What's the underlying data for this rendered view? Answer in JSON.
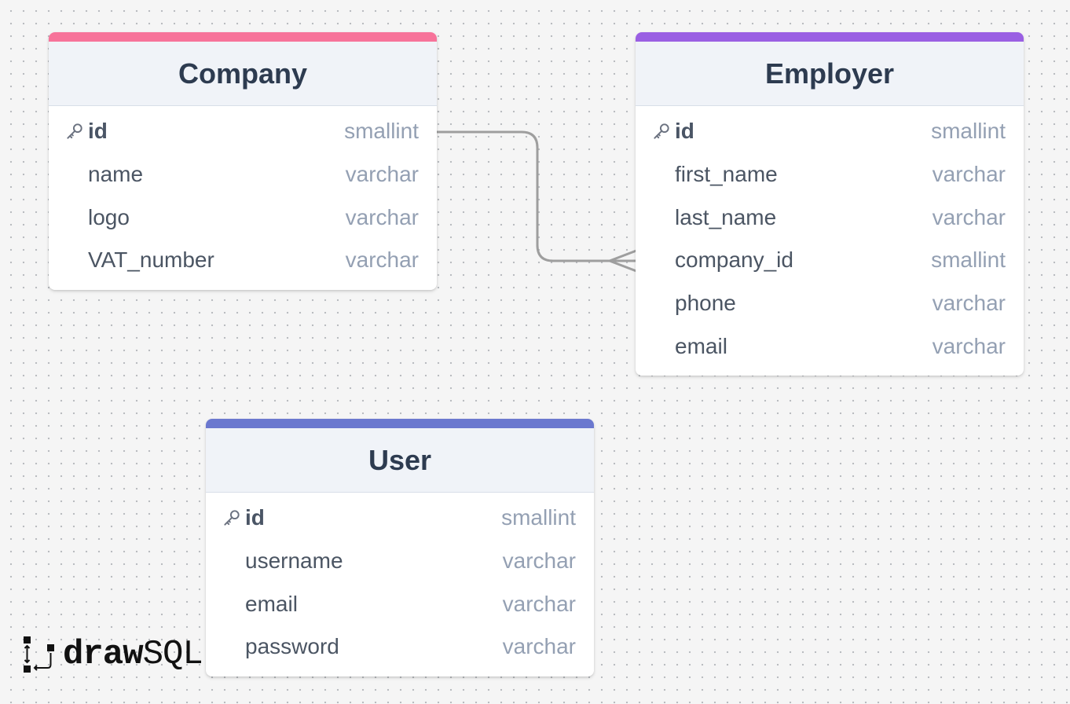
{
  "colors": {
    "company_accent": "#f7739a",
    "employer_accent": "#9a5fe3",
    "user_accent": "#6b78cf",
    "connector": "#9e9e9e"
  },
  "tables": {
    "company": {
      "name": "Company",
      "columns": [
        {
          "name": "id",
          "type": "smallint",
          "primary_key": true
        },
        {
          "name": "name",
          "type": "varchar"
        },
        {
          "name": "logo",
          "type": "varchar"
        },
        {
          "name": "VAT_number",
          "type": "varchar"
        }
      ]
    },
    "employer": {
      "name": "Employer",
      "columns": [
        {
          "name": "id",
          "type": "smallint",
          "primary_key": true
        },
        {
          "name": "first_name",
          "type": "varchar"
        },
        {
          "name": "last_name",
          "type": "varchar"
        },
        {
          "name": "company_id",
          "type": "smallint"
        },
        {
          "name": "phone",
          "type": "varchar"
        },
        {
          "name": "email",
          "type": "varchar"
        }
      ]
    },
    "user": {
      "name": "User",
      "columns": [
        {
          "name": "id",
          "type": "smallint",
          "primary_key": true
        },
        {
          "name": "username",
          "type": "varchar"
        },
        {
          "name": "email",
          "type": "varchar"
        },
        {
          "name": "password",
          "type": "varchar"
        }
      ]
    }
  },
  "relationships": [
    {
      "from": "Company.id",
      "to": "Employer.company_id",
      "cardinality": "one-to-many"
    }
  ],
  "brand": {
    "bold": "draw",
    "regular": "SQL",
    "icon": "drawsql-logo-icon"
  }
}
